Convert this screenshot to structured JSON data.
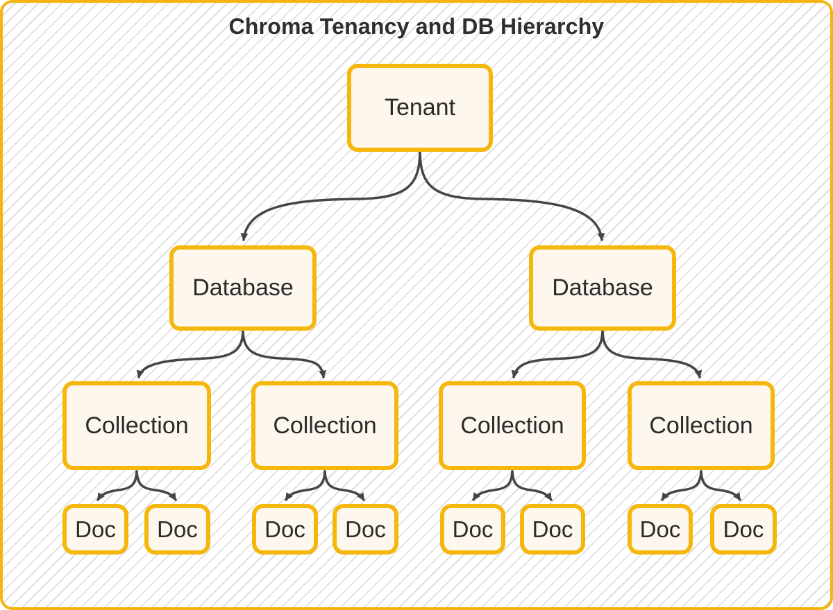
{
  "title": "Chroma Tenancy and DB Hierarchy",
  "diagram_type": "flowchart-tree",
  "nodes": {
    "tenant": {
      "label": "Tenant",
      "level": 1
    },
    "database1": {
      "label": "Database",
      "level": 2
    },
    "database2": {
      "label": "Database",
      "level": 2
    },
    "collection1": {
      "label": "Collection",
      "level": 3
    },
    "collection2": {
      "label": "Collection",
      "level": 3
    },
    "collection3": {
      "label": "Collection",
      "level": 3
    },
    "collection4": {
      "label": "Collection",
      "level": 3
    },
    "doc1": {
      "label": "Doc",
      "level": 4
    },
    "doc2": {
      "label": "Doc",
      "level": 4
    },
    "doc3": {
      "label": "Doc",
      "level": 4
    },
    "doc4": {
      "label": "Doc",
      "level": 4
    },
    "doc5": {
      "label": "Doc",
      "level": 4
    },
    "doc6": {
      "label": "Doc",
      "level": 4
    },
    "doc7": {
      "label": "Doc",
      "level": 4
    },
    "doc8": {
      "label": "Doc",
      "level": 4
    }
  },
  "edges": [
    {
      "from": "tenant",
      "to": "database1"
    },
    {
      "from": "tenant",
      "to": "database2"
    },
    {
      "from": "database1",
      "to": "collection1"
    },
    {
      "from": "database1",
      "to": "collection2"
    },
    {
      "from": "database2",
      "to": "collection3"
    },
    {
      "from": "database2",
      "to": "collection4"
    },
    {
      "from": "collection1",
      "to": "doc1"
    },
    {
      "from": "collection1",
      "to": "doc2"
    },
    {
      "from": "collection2",
      "to": "doc3"
    },
    {
      "from": "collection2",
      "to": "doc4"
    },
    {
      "from": "collection3",
      "to": "doc5"
    },
    {
      "from": "collection3",
      "to": "doc6"
    },
    {
      "from": "collection4",
      "to": "doc7"
    },
    {
      "from": "collection4",
      "to": "doc8"
    }
  ],
  "colors": {
    "node_border": "#F6B70D",
    "node_fill": "#FDF7EE",
    "arrow": "#454545",
    "title": "#2E2E2E",
    "canvas_border": "#F5B50E",
    "hatch_line": "#D9D9D9"
  }
}
